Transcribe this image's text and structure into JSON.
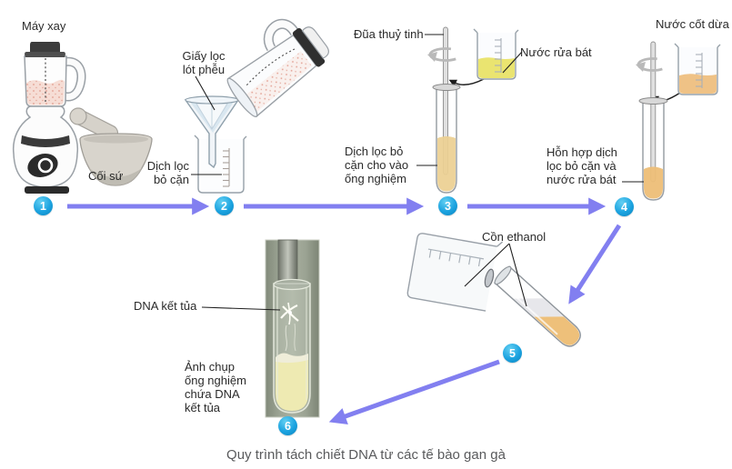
{
  "caption": "Quy trình tách chiết DNA từ các tế bào gan gà",
  "steps": [
    "1",
    "2",
    "3",
    "4",
    "5",
    "6"
  ],
  "labels": {
    "blender": "Máy xay",
    "mortar": "Cối sứ",
    "filter_paper": "Giấy lọc\nlót phễu",
    "filtrate": "Dịch lọc\nbỏ cặn",
    "glass_rod": "Đũa thuỷ tinh",
    "dish_soap": "Nước rửa bát",
    "filtrate_into_tube": "Dịch lọc bỏ\ncặn cho vào\nống nghiệm",
    "coconut_milk": "Nước cốt dừa",
    "mixture": "Hỗn hợp dịch\nlọc bỏ cặn và\nnước rửa bát",
    "ethanol": "Cồn ethanol",
    "dna_precipitate": "DNA kết tủa",
    "photo_note": "Ảnh chụp\nống nghiệm\nchứa DNA\nkết tủa"
  },
  "colors": {
    "flow_arrow": "#827ff0",
    "step_badge": "#1ba3e0",
    "soap_liquid": "#eae470",
    "coconut_liquid": "#efc286",
    "filtrate_liquid": "#ecd092",
    "mixture_liquid": "#edbe77",
    "ethanol_layer": "#e7e7eb",
    "dna_tube_liquid": "#eeeab2",
    "caption_text": "#595a5c"
  }
}
